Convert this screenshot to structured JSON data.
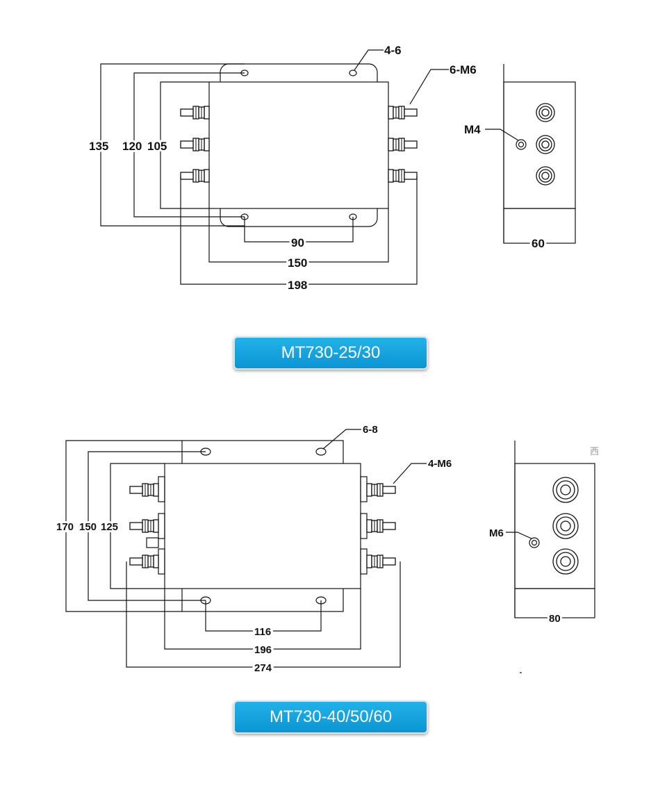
{
  "drawing_1": {
    "hole_callout": "4-6",
    "terminal_callout": "6-M6",
    "ground_callout": "M4",
    "dims_vertical": [
      "135",
      "120",
      "105"
    ],
    "dim_hole_spacing": "90",
    "dim_body_width": "150",
    "dim_overall_width": "198",
    "dim_side_depth": "60",
    "model": "MT730-25/30"
  },
  "drawing_2": {
    "hole_callout": "6-8",
    "terminal_callout": "4-M6",
    "ground_callout": "M6",
    "dims_vertical": [
      "170",
      "150",
      "125"
    ],
    "dim_hole_spacing": "116",
    "dim_body_width": "196",
    "dim_overall_width": "274",
    "dim_side_depth": "80",
    "model": "MT730-40/50/60",
    "stray_mark": "西"
  },
  "colors": {
    "badge": "#0ea0dc",
    "line": "#111111"
  }
}
